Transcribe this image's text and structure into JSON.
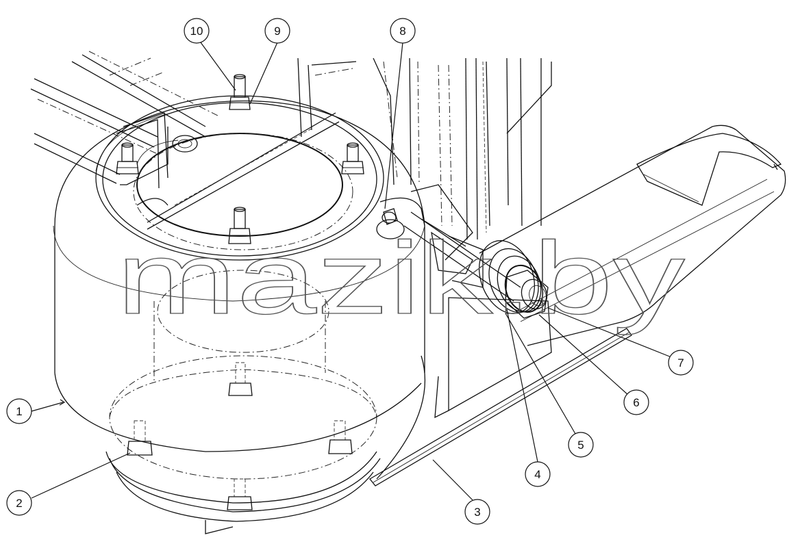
{
  "diagram": {
    "watermark": "mazik.by",
    "callouts": [
      {
        "label": "1"
      },
      {
        "label": "2"
      },
      {
        "label": "3"
      },
      {
        "label": "4"
      },
      {
        "label": "5"
      },
      {
        "label": "6"
      },
      {
        "label": "7"
      },
      {
        "label": "8"
      },
      {
        "label": "9"
      },
      {
        "label": "10"
      }
    ]
  }
}
